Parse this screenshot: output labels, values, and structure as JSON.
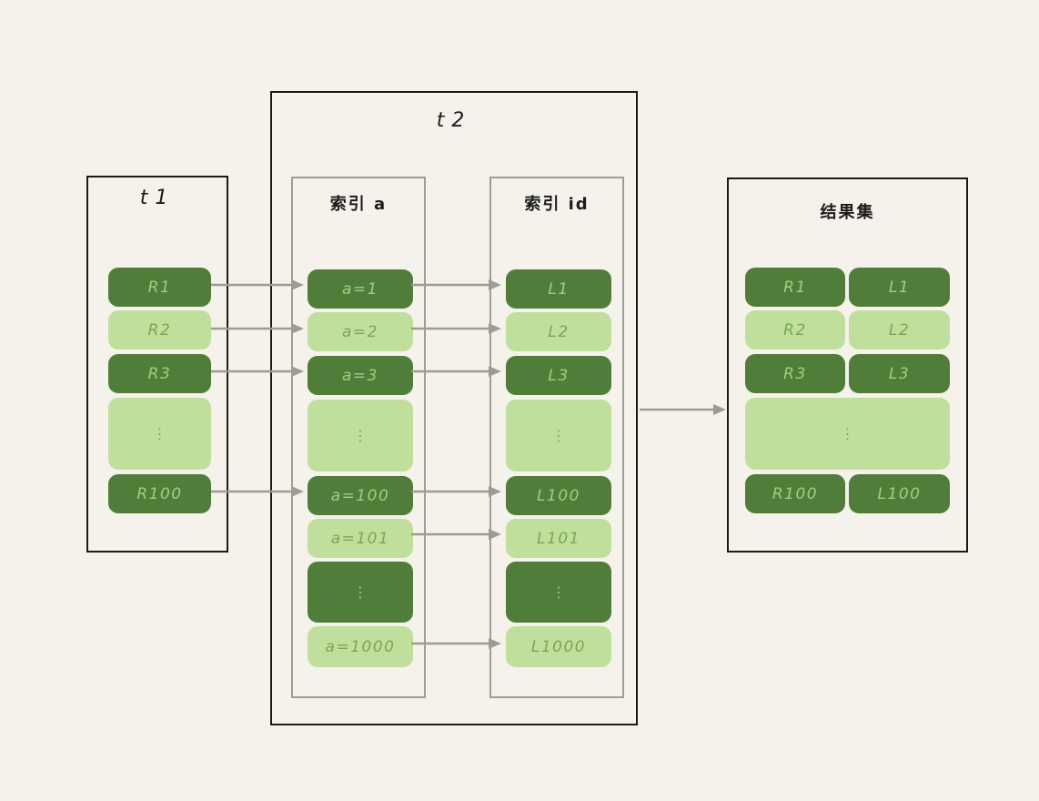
{
  "diagram_title_note": "nested-loop join via index diagram",
  "colors": {
    "background": "#f4f2eb",
    "row_dark": "#517d3b",
    "row_light": "#c0df9c",
    "text_on_dark": "#a6cd7d",
    "text_on_light": "#77a853",
    "outer_border": "#1a1a1a",
    "inner_border": "#9d9d99",
    "arrow": "#9b9b97",
    "title_text": "#1c1c1c"
  },
  "t1": {
    "title": "t1",
    "rows": [
      {
        "label": "R1"
      },
      {
        "label": "R2"
      },
      {
        "label": "R3"
      },
      {
        "label": "⋮"
      },
      {
        "label": "R100"
      }
    ]
  },
  "t2": {
    "title": "t2",
    "index_a": {
      "title": "索引 a",
      "rows": [
        {
          "label": "a=1"
        },
        {
          "label": "a=2"
        },
        {
          "label": "a=3"
        },
        {
          "label": "⋮"
        },
        {
          "label": "a=100"
        },
        {
          "label": "a=101"
        },
        {
          "label": "⋮"
        },
        {
          "label": "a=1000"
        }
      ]
    },
    "index_id": {
      "title": "索引 id",
      "rows": [
        {
          "label": "L1"
        },
        {
          "label": "L2"
        },
        {
          "label": "L3"
        },
        {
          "label": "⋮"
        },
        {
          "label": "L100"
        },
        {
          "label": "L101"
        },
        {
          "label": "⋮"
        },
        {
          "label": "L1000"
        }
      ]
    }
  },
  "result": {
    "title": "结果集",
    "rows": [
      {
        "left": "R1",
        "right": "L1"
      },
      {
        "left": "R2",
        "right": "L2"
      },
      {
        "left": "R3",
        "right": "L3"
      },
      {
        "dots": "⋮"
      },
      {
        "left": "R100",
        "right": "L100"
      }
    ]
  }
}
